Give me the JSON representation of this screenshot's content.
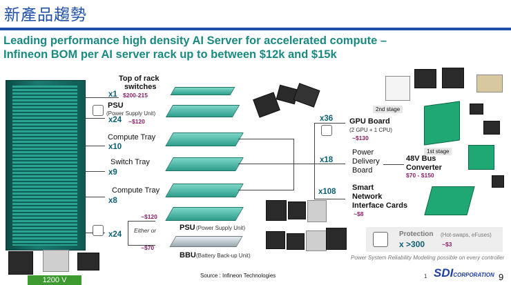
{
  "header": {
    "title_zh": "新產品趨勢",
    "subtitle_line1": "Leading performance high density AI Server for accelerated compute –",
    "subtitle_line2": "Infineon BOM per AI server rack up to between $12k and $15k"
  },
  "rack_items": {
    "top_switch": {
      "label_line1": "Top of rack",
      "label_line2": "switches",
      "mult": "x1",
      "price": "$200-215"
    },
    "psu": {
      "label": "PSU",
      "sub": "(Power Supply Unit)",
      "mult": "x24",
      "price": "~$120"
    },
    "compute_tray_1": {
      "label": "Compute Tray",
      "mult": "x10"
    },
    "switch_tray": {
      "label": "Switch Tray",
      "mult": "x9"
    },
    "compute_tray_2": {
      "label": "Compute Tray",
      "mult": "x8"
    },
    "lower": {
      "mult": "x24",
      "either": "Either or",
      "price_psu": "~$120",
      "price_bbu": "~$70",
      "psu_label": "PSU",
      "psu_sub": "(Power Supply Unit)",
      "bbu_label": "BBU",
      "bbu_sub": "(Battery Back-up Unit)"
    }
  },
  "boards": {
    "gpu": {
      "mult": "x36",
      "label": "GPU Board",
      "sub": "(2 GPU + 1 CPU)",
      "price": "~$130",
      "stage": "2nd stage"
    },
    "pdb": {
      "mult": "x18",
      "line1": "Power",
      "line2": "Delivery",
      "line3": "Board"
    },
    "bus": {
      "stage": "1st stage",
      "line1": "48V Bus",
      "line2": "Converter",
      "price": "$70 - $150"
    },
    "nic": {
      "mult": "x108",
      "line1": "Smart",
      "line2": "Network",
      "line3": "Interface Cards",
      "price": "~$8"
    }
  },
  "protection": {
    "label": "Protection",
    "sub": "(Hot-swaps, eFuses)",
    "mult": "x >300",
    "price": "~$3"
  },
  "note": "Power System Reliability Modeling possible on every controller",
  "footer": {
    "source": "Source : Infineon Technologies",
    "voltage": "1200 V",
    "page": "1",
    "logo": "SDI",
    "logo_sub": "CORPORATION",
    "page_num": "9"
  },
  "colors": {
    "title_blue": "#1f4fa8",
    "teal": "#1a8a80",
    "price_magenta": "#8a1f6b",
    "multiplier": "#0a5f73"
  }
}
